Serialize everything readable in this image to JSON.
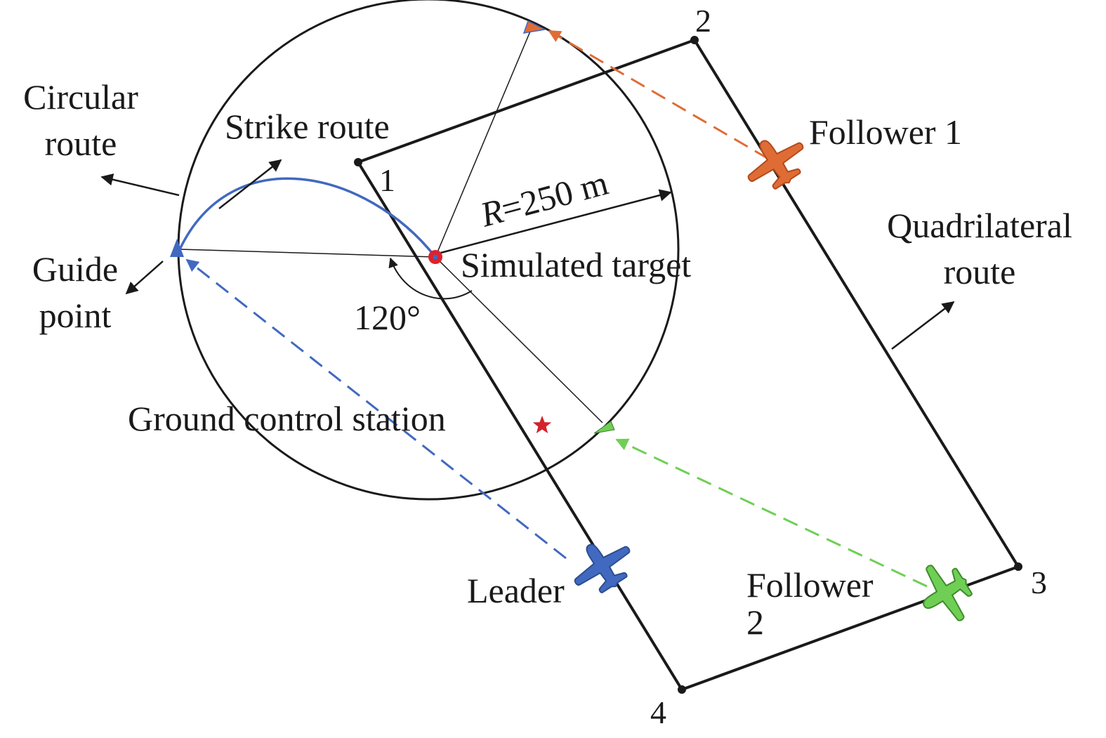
{
  "labels": {
    "circular_route": [
      "Circular",
      "route"
    ],
    "strike_route": "Strike route",
    "guide_point": [
      "Guide",
      "point"
    ],
    "radius": "R=250 m",
    "radius_var": "R",
    "radius_rest": "=250 m",
    "simulated_target": "Simulated target",
    "angle": "120°",
    "ground_control_station": "Ground control station",
    "follower_1": "Follower 1",
    "quadrilateral_route": [
      "Quadrilateral",
      "route"
    ],
    "leader": "Leader",
    "follower_2": [
      "Follower",
      "2"
    ]
  },
  "waypoints": [
    "1",
    "2",
    "3",
    "4"
  ],
  "icons": {
    "leader": "airplane-icon",
    "follower_1": "airplane-icon",
    "follower_2": "airplane-icon",
    "guide_point": "triangle-marker",
    "target": "circle-dot",
    "ground_station": "star-icon"
  },
  "colors": {
    "leader": "#4169c0",
    "follower_1": "#e06c35",
    "follower_2": "#6fcf55",
    "target": "#e0202a",
    "ground_station": "#d2232a",
    "ink": "#1a1a1a"
  }
}
